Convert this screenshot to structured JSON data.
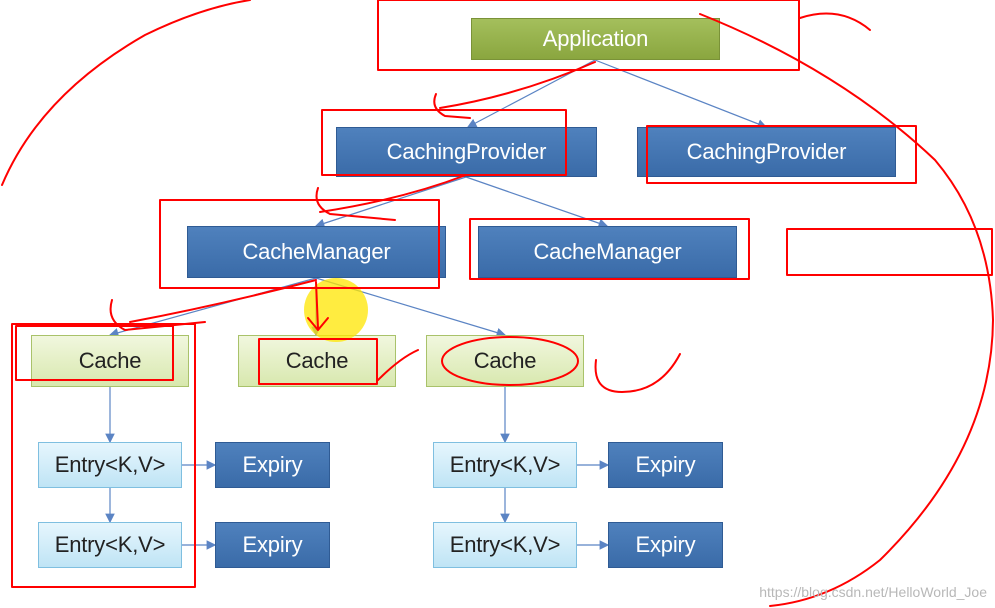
{
  "nodes": {
    "application": "Application",
    "caching_provider_1": "CachingProvider",
    "caching_provider_2": "CachingProvider",
    "cache_manager_1": "CacheManager",
    "cache_manager_2": "CacheManager",
    "cache_1": "Cache",
    "cache_2": "Cache",
    "cache_3": "Cache",
    "entry_1": "Entry<K,V>",
    "entry_2": "Entry<K,V>",
    "entry_3": "Entry<K,V>",
    "entry_4": "Entry<K,V>",
    "expiry_1": "Expiry",
    "expiry_2": "Expiry",
    "expiry_3": "Expiry",
    "expiry_4": "Expiry"
  },
  "watermark": "https://blog.csdn.net/HelloWorld_Joe",
  "colors": {
    "application_fill": "#9bb651",
    "blue_box_fill": "#4472c4",
    "cache_fill": "#e4efc3",
    "entry_fill": "#cdeaf7",
    "connector": "#5b84c4",
    "annotation_red": "#ff0000",
    "highlight_yellow": "#ffe600"
  }
}
